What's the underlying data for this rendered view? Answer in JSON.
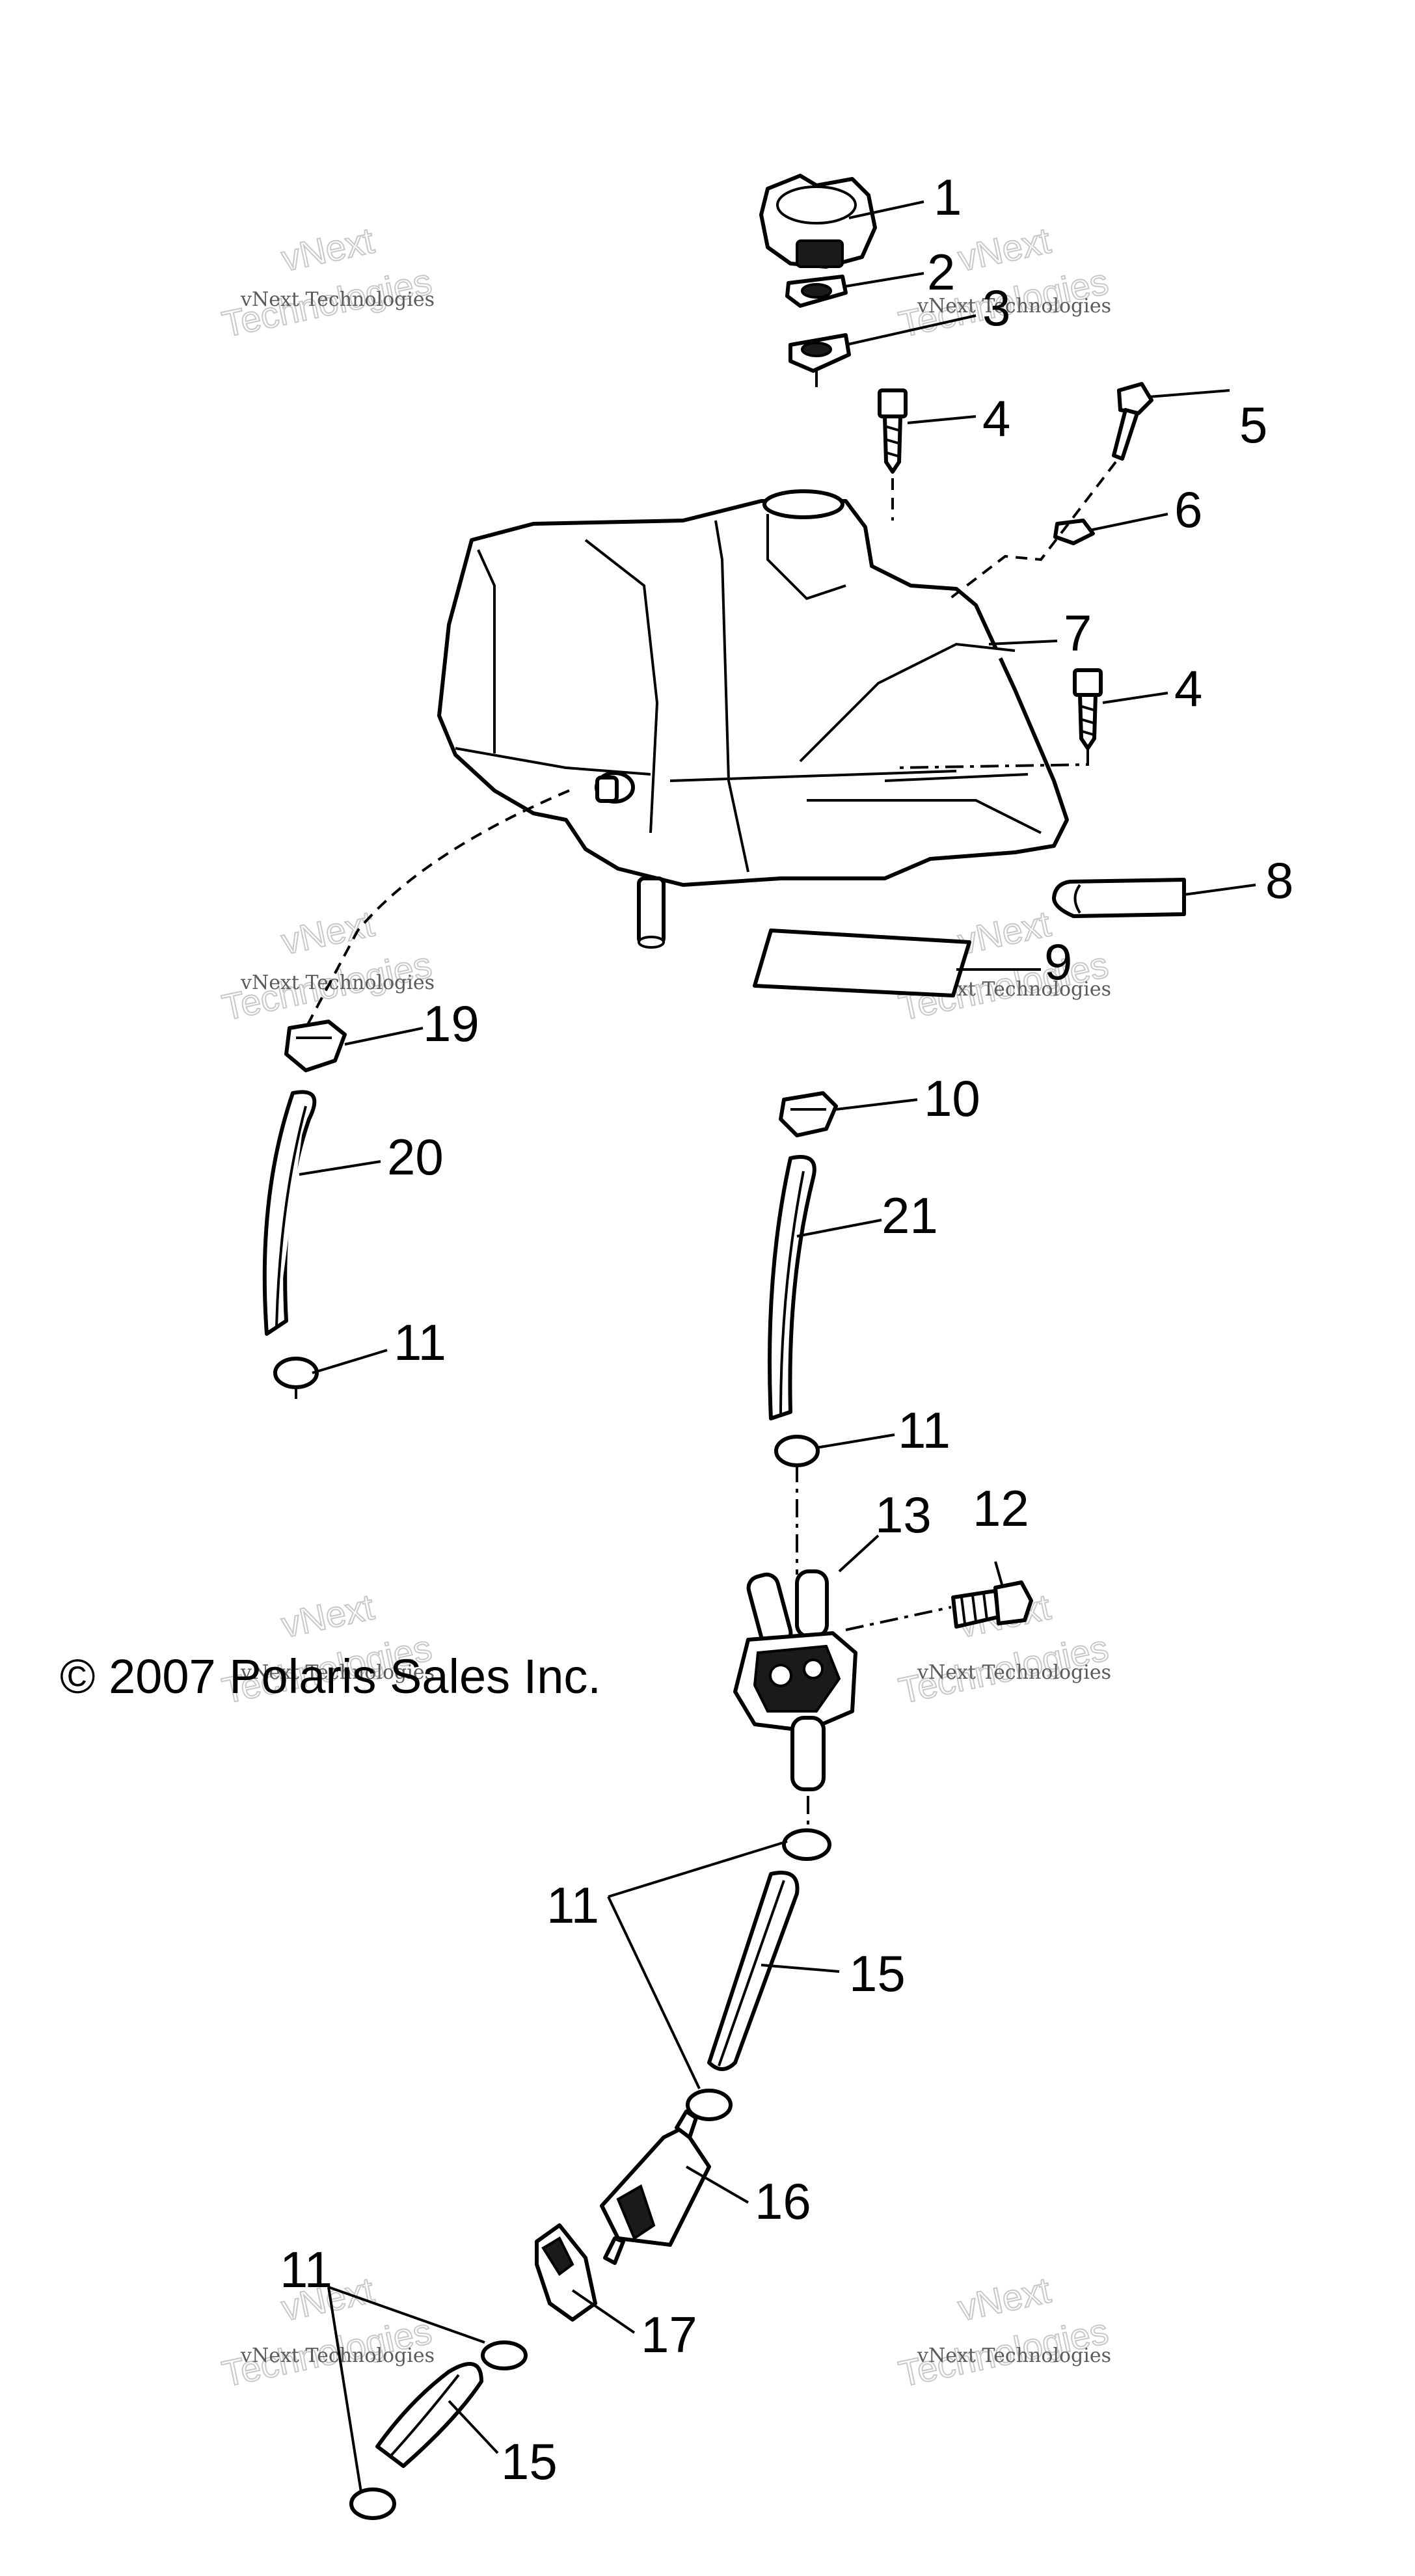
{
  "copyright": "© 2007 Polaris Sales Inc.",
  "watermark": {
    "line1": "vNext Technologies",
    "line2": "vNext",
    "line3": "Technologies"
  },
  "callouts": [
    "1",
    "2",
    "3",
    "4",
    "5",
    "6",
    "7",
    "4",
    "8",
    "9",
    "19",
    "10",
    "20",
    "21",
    "11",
    "11",
    "12",
    "13",
    "11",
    "15",
    "16",
    "11",
    "17",
    "15"
  ],
  "colors": {
    "line": "#000000",
    "background": "#ffffff",
    "watermark": "#c8c8c8"
  }
}
